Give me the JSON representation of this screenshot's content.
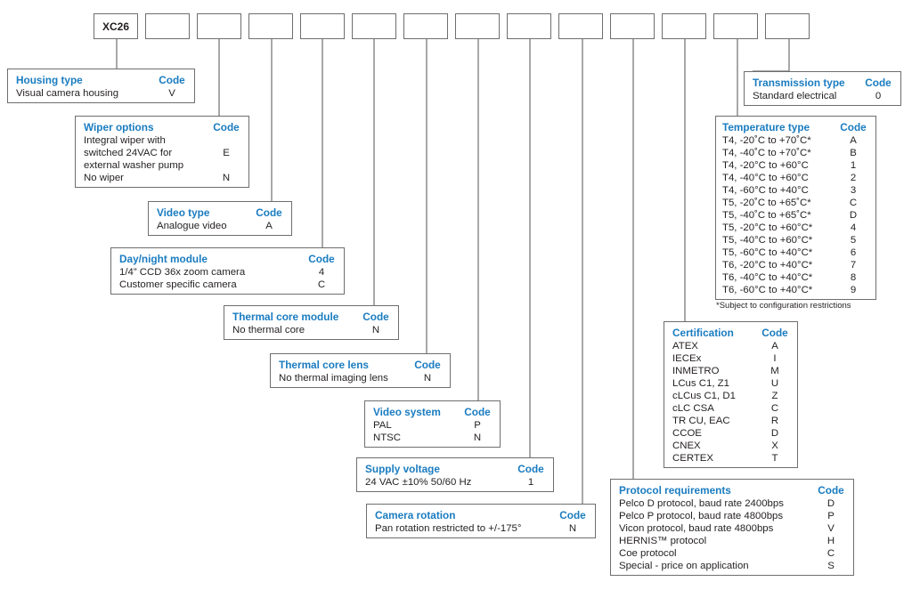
{
  "model_code": "XC26",
  "sections": {
    "housing": {
      "title": "Housing type",
      "code_label": "Code",
      "rows": [
        {
          "label": "Visual camera housing",
          "code": "V"
        }
      ]
    },
    "wiper": {
      "title": "Wiper options",
      "code_label": "Code",
      "rows": [
        {
          "label": "Integral wiper with",
          "code": ""
        },
        {
          "label": "switched 24VAC for",
          "code": "E"
        },
        {
          "label": "external washer pump",
          "code": ""
        },
        {
          "label": "No wiper",
          "code": "N"
        }
      ]
    },
    "video_type": {
      "title": "Video type",
      "code_label": "Code",
      "rows": [
        {
          "label": "Analogue video",
          "code": "A"
        }
      ]
    },
    "day_night": {
      "title": "Day/night module",
      "code_label": "Code",
      "rows": [
        {
          "label": "1/4” CCD 36x zoom camera",
          "code": "4"
        },
        {
          "label": "Customer specific camera",
          "code": "C"
        }
      ]
    },
    "thermal_module": {
      "title": "Thermal core module",
      "code_label": "Code",
      "rows": [
        {
          "label": "No thermal core",
          "code": "N"
        }
      ]
    },
    "thermal_lens": {
      "title": "Thermal core lens",
      "code_label": "Code",
      "rows": [
        {
          "label": "No thermal imaging lens",
          "code": "N"
        }
      ]
    },
    "video_system": {
      "title": "Video system",
      "code_label": "Code",
      "rows": [
        {
          "label": "PAL",
          "code": "P"
        },
        {
          "label": "NTSC",
          "code": "N"
        }
      ]
    },
    "supply_voltage": {
      "title": "Supply voltage",
      "code_label": "Code",
      "rows": [
        {
          "label": "24 VAC ±10% 50/60 Hz",
          "code": "1"
        }
      ]
    },
    "camera_rotation": {
      "title": "Camera rotation",
      "code_label": "Code",
      "rows": [
        {
          "label": "Pan rotation restricted to +/-175°",
          "code": "N"
        }
      ]
    },
    "protocol": {
      "title": "Protocol requirements",
      "code_label": "Code",
      "rows": [
        {
          "label": "Pelco D protocol, baud rate 2400bps",
          "code": "D"
        },
        {
          "label": "Pelco P protocol, baud rate 4800bps",
          "code": "P"
        },
        {
          "label": "Vicon protocol, baud rate 4800bps",
          "code": "V"
        },
        {
          "label": "HERNIS™ protocol",
          "code": "H"
        },
        {
          "label": "Coe protocol",
          "code": "C"
        },
        {
          "label": "Special - price on application",
          "code": "S"
        }
      ]
    },
    "certification": {
      "title": "Certification",
      "code_label": "Code",
      "rows": [
        {
          "label": "ATEX",
          "code": "A"
        },
        {
          "label": "IECEx",
          "code": "I"
        },
        {
          "label": "INMETRO",
          "code": "M"
        },
        {
          "label": "LCus C1, Z1",
          "code": "U"
        },
        {
          "label": "cLCus C1, D1",
          "code": "Z"
        },
        {
          "label": "cLC CSA",
          "code": "C"
        },
        {
          "label": "TR CU, EAC",
          "code": "R"
        },
        {
          "label": "CCOE",
          "code": "D"
        },
        {
          "label": "CNEX",
          "code": "X"
        },
        {
          "label": "CERTEX",
          "code": "T"
        }
      ]
    },
    "temperature": {
      "title": "Temperature type",
      "code_label": "Code",
      "rows": [
        {
          "label": "T4, -20˚C to +70˚C*",
          "code": "A"
        },
        {
          "label": "T4, -40˚C to +70˚C*",
          "code": "B"
        },
        {
          "label": "T4, -20°C to +60°C",
          "code": "1"
        },
        {
          "label": "T4, -40°C to +60°C",
          "code": "2"
        },
        {
          "label": "T4, -60°C to +40°C",
          "code": "3"
        },
        {
          "label": "T5, -20˚C to +65˚C*",
          "code": "C"
        },
        {
          "label": "T5, -40˚C to +65˚C*",
          "code": "D"
        },
        {
          "label": "T5, -20°C to +60°C*",
          "code": "4"
        },
        {
          "label": "T5, -40°C to +60°C*",
          "code": "5"
        },
        {
          "label": "T5, -60°C to +40°C*",
          "code": "6"
        },
        {
          "label": "T6, -20°C to +40°C*",
          "code": "7"
        },
        {
          "label": "T6, -40°C to +40°C*",
          "code": "8"
        },
        {
          "label": "T6, -60°C to +40°C*",
          "code": "9"
        }
      ],
      "footnote": "*Subject to configuration restrictions"
    },
    "transmission": {
      "title": "Transmission type",
      "code_label": "Code",
      "rows": [
        {
          "label": "Standard electrical",
          "code": "0"
        }
      ]
    }
  },
  "colors": {
    "heading": "#1a7cc0",
    "border": "#6d6e70",
    "text": "#231f20"
  }
}
